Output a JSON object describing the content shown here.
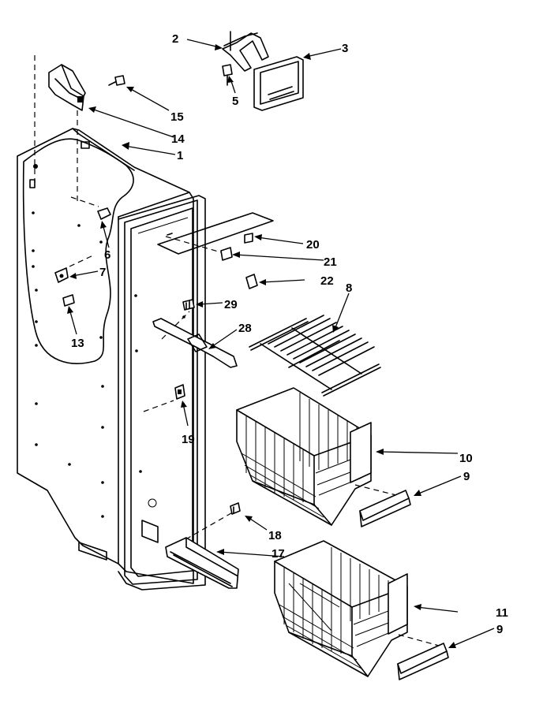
{
  "callouts": [
    {
      "id": "1",
      "label": "1"
    },
    {
      "id": "2",
      "label": "2"
    },
    {
      "id": "3",
      "label": "3"
    },
    {
      "id": "5",
      "label": "5"
    },
    {
      "id": "6",
      "label": "6"
    },
    {
      "id": "7",
      "label": "7"
    },
    {
      "id": "8",
      "label": "8"
    },
    {
      "id": "9a",
      "label": "9"
    },
    {
      "id": "9b",
      "label": "9"
    },
    {
      "id": "10",
      "label": "10"
    },
    {
      "id": "11",
      "label": "11"
    },
    {
      "id": "13",
      "label": "13"
    },
    {
      "id": "14",
      "label": "14"
    },
    {
      "id": "15",
      "label": "15"
    },
    {
      "id": "17",
      "label": "17"
    },
    {
      "id": "18",
      "label": "18"
    },
    {
      "id": "19",
      "label": "19"
    },
    {
      "id": "20",
      "label": "20"
    },
    {
      "id": "21",
      "label": "21"
    },
    {
      "id": "22",
      "label": "22"
    },
    {
      "id": "28",
      "label": "28"
    },
    {
      "id": "29",
      "label": "29"
    }
  ]
}
